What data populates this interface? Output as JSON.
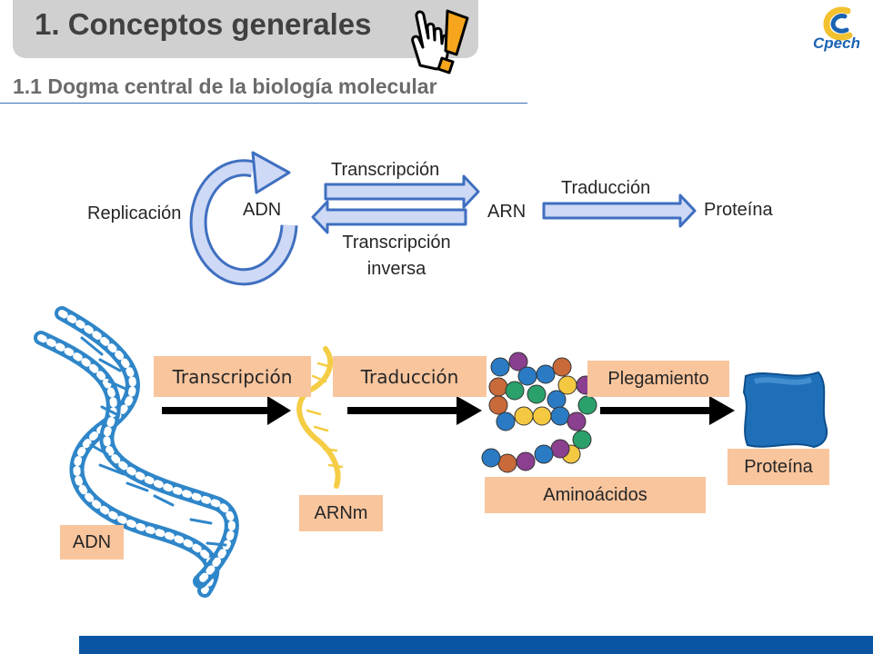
{
  "header": {
    "title": "1. Conceptos generales",
    "subtitle": "1.1 Dogma central de la biología molecular",
    "logo_text": "Cpech"
  },
  "scheme": {
    "replication": "Replicación",
    "dna": "ADN",
    "transcription": "Transcripción",
    "reverse_transcription_line1": "Transcripción",
    "reverse_transcription_line2": "inversa",
    "rna": "ARN",
    "translation": "Traducción",
    "protein": "Proteína"
  },
  "process": {
    "transcription": "Transcripción",
    "translation": "Traducción",
    "folding": "Plegamiento",
    "dna": "ADN",
    "mrna": "ARNm",
    "amino_acids": "Aminoácidos",
    "protein": "Proteína"
  },
  "colors": {
    "header_gray": "#d0d0d0",
    "label_orange": "#f9c59d",
    "arrow_fill": "#cdd9f5",
    "arrow_stroke": "#3f6fc0",
    "dna_blue": "#2f86c9",
    "mrna_yellow": "#f5cd45",
    "protein_blue": "#1f6fb8",
    "footer_blue": "#0a55a3"
  }
}
